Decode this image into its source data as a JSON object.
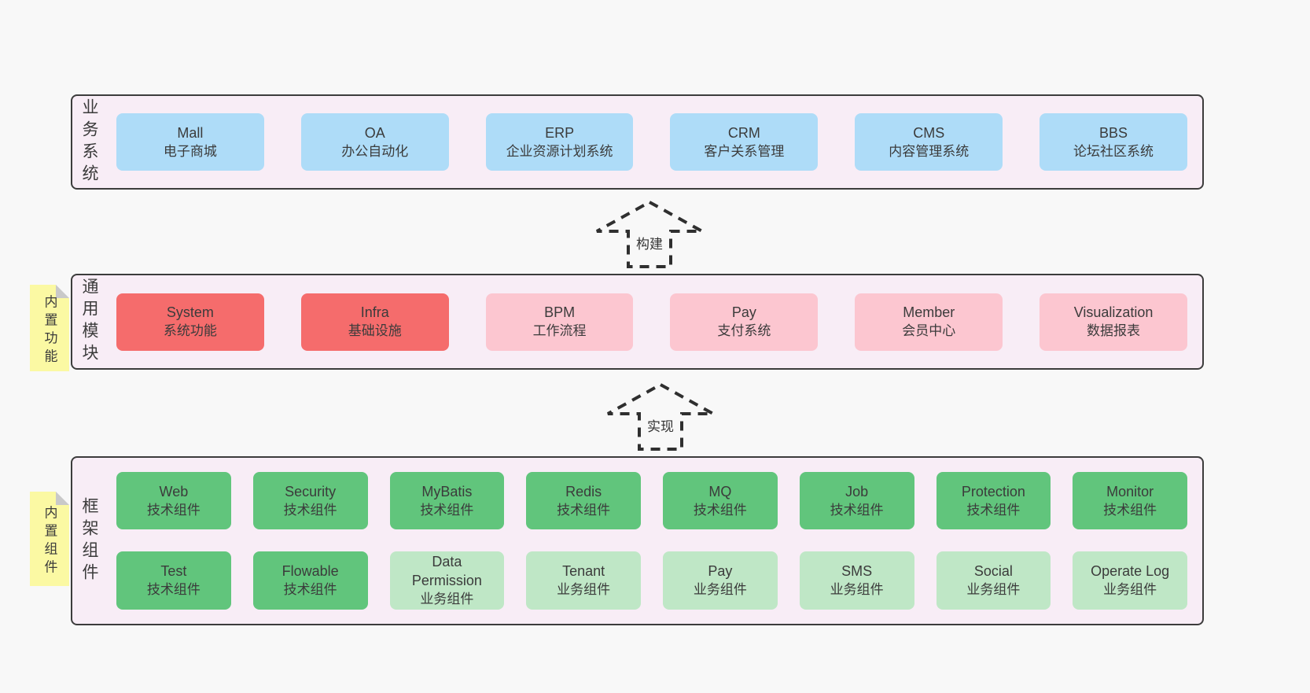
{
  "diagram": {
    "arrows": [
      {
        "label": "构建"
      },
      {
        "label": "实现"
      }
    ],
    "layers": [
      {
        "label": "业务系统",
        "boxes": [
          {
            "name": "Mall",
            "desc": "电子商城"
          },
          {
            "name": "OA",
            "desc": "办公自动化"
          },
          {
            "name": "ERP",
            "desc": "企业资源计划系统"
          },
          {
            "name": "CRM",
            "desc": "客户关系管理"
          },
          {
            "name": "CMS",
            "desc": "内容管理系统"
          },
          {
            "name": "BBS",
            "desc": "论坛社区系统"
          }
        ]
      },
      {
        "label": "通用模块",
        "note": "内置功能",
        "boxes": [
          {
            "name": "System",
            "desc": "系统功能"
          },
          {
            "name": "Infra",
            "desc": "基础设施"
          },
          {
            "name": "BPM",
            "desc": "工作流程"
          },
          {
            "name": "Pay",
            "desc": "支付系统"
          },
          {
            "name": "Member",
            "desc": "会员中心"
          },
          {
            "name": "Visualization",
            "desc": "数据报表"
          }
        ]
      },
      {
        "label": "框架组件",
        "note": "内置组件",
        "row1": [
          {
            "name": "Web",
            "desc": "技术组件"
          },
          {
            "name": "Security",
            "desc": "技术组件"
          },
          {
            "name": "MyBatis",
            "desc": "技术组件"
          },
          {
            "name": "Redis",
            "desc": "技术组件"
          },
          {
            "name": "MQ",
            "desc": "技术组件"
          },
          {
            "name": "Job",
            "desc": "技术组件"
          },
          {
            "name": "Protection",
            "desc": "技术组件"
          },
          {
            "name": "Monitor",
            "desc": "技术组件"
          }
        ],
        "row2": [
          {
            "name": "Test",
            "desc": "技术组件"
          },
          {
            "name": "Flowable",
            "desc": "技术组件"
          },
          {
            "name": "Data Permission",
            "desc": "业务组件"
          },
          {
            "name": "Tenant",
            "desc": "业务组件"
          },
          {
            "name": "Pay",
            "desc": "业务组件"
          },
          {
            "name": "SMS",
            "desc": "业务组件"
          },
          {
            "name": "Social",
            "desc": "业务组件"
          },
          {
            "name": "Operate Log",
            "desc": "业务组件"
          }
        ]
      }
    ],
    "colors": {
      "page_bg": "#f8f8f8",
      "layer_bg": "#f8edf6",
      "layer_border": "#3c3c3c",
      "blue_box": "#aedcf8",
      "red_box": "#f56c6c",
      "pink_box": "#fcc6d0",
      "green_dark_box": "#61c57c",
      "green_light_box": "#bfe7c6",
      "note_bg": "#fbf9a3",
      "note_fold": "#c9c9c9",
      "text": "#3b3b3b"
    }
  }
}
